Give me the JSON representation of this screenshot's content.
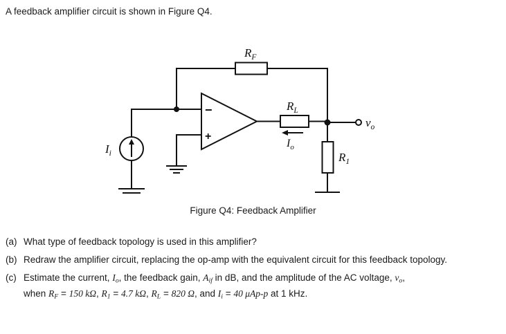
{
  "intro": {
    "text": "A feedback amplifier circuit is shown in Figure Q4."
  },
  "figure": {
    "caption": "Figure Q4: Feedback Amplifier",
    "labels": {
      "rf": "R",
      "rf_sub": "F",
      "rl": "R",
      "rl_sub": "L",
      "r1": "R",
      "r1_sub": "1",
      "ii": "I",
      "ii_sub": "i",
      "io": "I",
      "io_sub": "o",
      "vo": "v",
      "vo_sub": "o",
      "minus_sign": "−",
      "plus_sign": "+"
    },
    "components": [
      "feedback-resistor-RF",
      "load-resistor-RL",
      "resistor-R1",
      "opamp",
      "current-source-Ii",
      "ground-source",
      "ground-noninverting",
      "ground-R1",
      "output-terminal-vo",
      "current-arrow-Io"
    ]
  },
  "questions": [
    {
      "marker": "(a)",
      "parts": [
        {
          "t": "text",
          "v": "What type of feedback topology is used in this amplifier?"
        }
      ]
    },
    {
      "marker": "(b)",
      "parts": [
        {
          "t": "text",
          "v": "Redraw the amplifier circuit, replacing the op-amp with the equivalent circuit for this feedback topology."
        }
      ]
    },
    {
      "marker": "(c)",
      "parts": [
        {
          "t": "text",
          "v": "Estimate the current, "
        },
        {
          "t": "var",
          "v": "I",
          "sub": "o"
        },
        {
          "t": "text",
          "v": ", the feedback gain, "
        },
        {
          "t": "var",
          "v": "A",
          "sub": "if"
        },
        {
          "t": "text",
          "v": " in dB, and the amplitude of the AC voltage, "
        },
        {
          "t": "var",
          "v": "v",
          "sub": "o"
        },
        {
          "t": "text",
          "v": ","
        },
        {
          "t": "break"
        },
        {
          "t": "text",
          "v": "when "
        },
        {
          "t": "var",
          "v": "R",
          "sub": "F"
        },
        {
          "t": "text",
          "v": " = "
        },
        {
          "t": "ital",
          "v": "150 kΩ"
        },
        {
          "t": "text",
          "v": ", "
        },
        {
          "t": "var",
          "v": "R",
          "sub": "1"
        },
        {
          "t": "text",
          "v": " = "
        },
        {
          "t": "ital",
          "v": "4.7 kΩ"
        },
        {
          "t": "text",
          "v": ", "
        },
        {
          "t": "var",
          "v": "R",
          "sub": "L"
        },
        {
          "t": "text",
          "v": " = "
        },
        {
          "t": "ital",
          "v": "820 Ω"
        },
        {
          "t": "text",
          "v": ", and "
        },
        {
          "t": "var",
          "v": "I",
          "sub": "i"
        },
        {
          "t": "text",
          "v": " = "
        },
        {
          "t": "ital",
          "v": "40 μAp-p"
        },
        {
          "t": "text",
          "v": " at 1 kHz."
        }
      ]
    }
  ],
  "values": {
    "RF": "150 kΩ",
    "R1": "4.7 kΩ",
    "RL": "820 Ω",
    "Ii": "40 μAp-p",
    "frequency": "1 kHz"
  },
  "colors": {
    "ink": "#111111",
    "background": "#ffffff"
  }
}
